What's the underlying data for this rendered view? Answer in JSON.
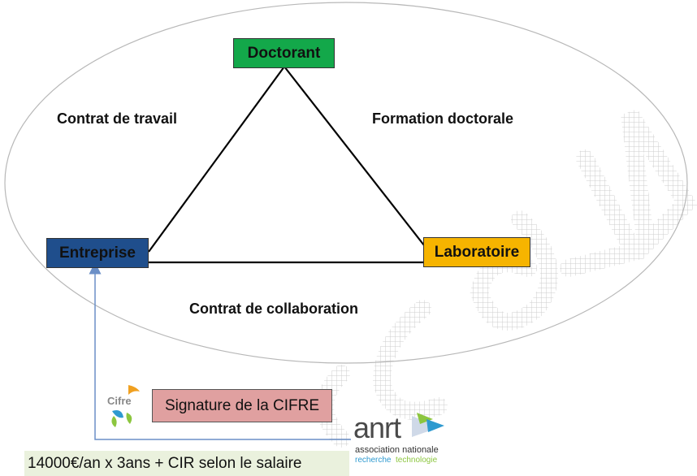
{
  "nodes": {
    "doctorant": "Doctorant",
    "entreprise": "Entreprise",
    "laboratoire": "Laboratoire"
  },
  "edges": {
    "left": "Contrat de travail",
    "right": "Formation doctorale",
    "bottom": "Contrat de collaboration"
  },
  "signature": "Signature de la CIFRE",
  "funding": "14000€/an x 3ans + CIR selon le salaire",
  "logos": {
    "cifre": "Cifre",
    "anrt": "anrt",
    "anrt_line1": "association nationale",
    "anrt_line2a": "recherche",
    "anrt_line2b": "technologie"
  },
  "colors": {
    "doctorant": "#13a84a",
    "entreprise": "#1f4e8c",
    "laboratoire": "#f6b400",
    "signature": "#e0a0a0",
    "funding": "#eaf1dd",
    "arrow": "#6b8fc7"
  }
}
